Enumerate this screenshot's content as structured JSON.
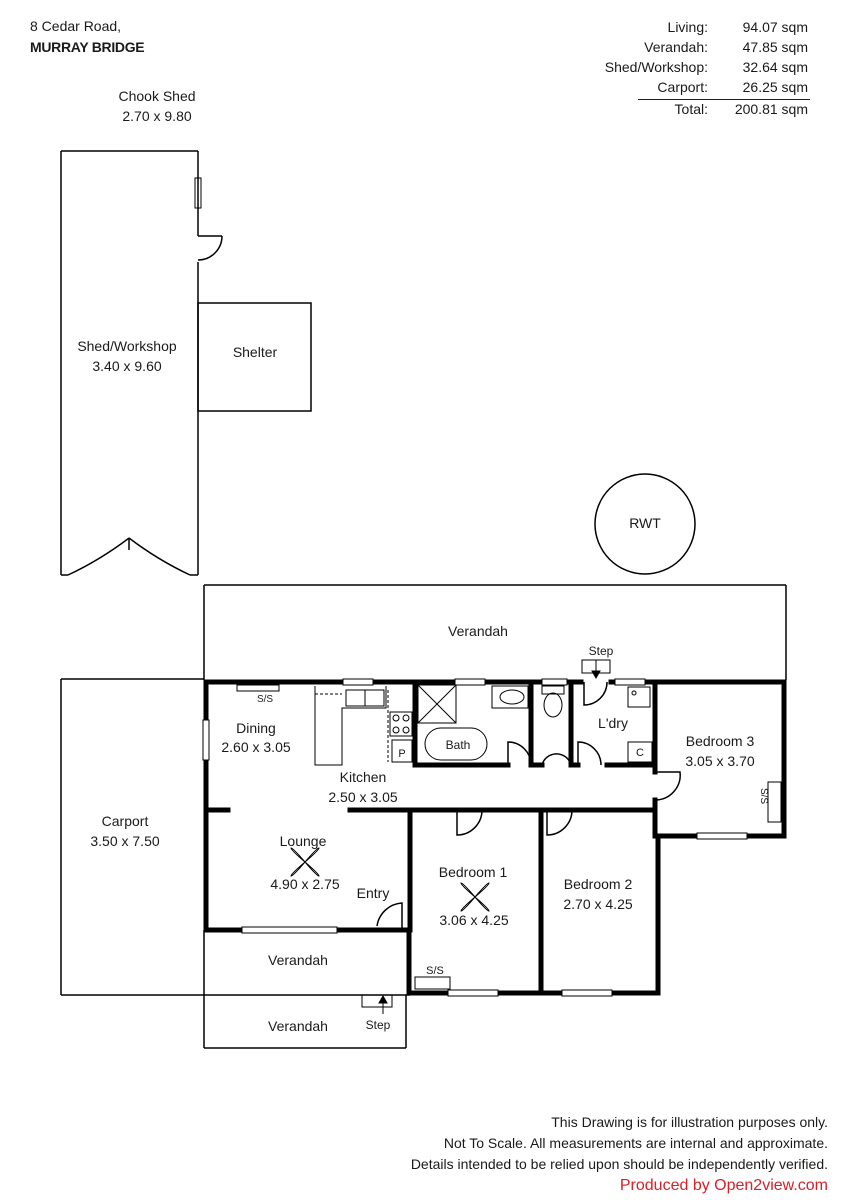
{
  "address": {
    "line1": "8 Cedar Road,",
    "line2": "MURRAY BRIDGE"
  },
  "areas": [
    {
      "label": "Living:",
      "value": "94.07 sqm"
    },
    {
      "label": "Verandah:",
      "value": "47.85 sqm"
    },
    {
      "label": "Shed/Workshop:",
      "value": "32.64 sqm"
    },
    {
      "label": "Carport:",
      "value": "26.25 sqm"
    },
    {
      "label": "Total:",
      "value": "200.81 sqm"
    }
  ],
  "rooms": {
    "chook_shed": {
      "name": "Chook Shed",
      "dims": "2.70 x 9.80"
    },
    "shed_workshop": {
      "name": "Shed/Workshop",
      "dims": "3.40 x 9.60"
    },
    "shelter": {
      "name": "Shelter"
    },
    "rwt": {
      "name": "RWT"
    },
    "verandah_rear": {
      "name": "Verandah"
    },
    "step_rear": {
      "name": "Step"
    },
    "dining": {
      "name": "Dining",
      "dims": "2.60 x 3.05"
    },
    "kitchen": {
      "name": "Kitchen",
      "dims": "2.50 x 3.05"
    },
    "bath": {
      "name": "Bath"
    },
    "laundry": {
      "name": "L'dry"
    },
    "bedroom3": {
      "name": "Bedroom 3",
      "dims": "3.05 x 3.70"
    },
    "carport": {
      "name": "Carport",
      "dims": "3.50 x 7.50"
    },
    "lounge": {
      "name": "Lounge",
      "dims": "4.90 x 2.75"
    },
    "entry": {
      "name": "Entry"
    },
    "bedroom1": {
      "name": "Bedroom 1",
      "dims": "3.06 x 4.25"
    },
    "bedroom2": {
      "name": "Bedroom 2",
      "dims": "2.70 x 4.25"
    },
    "verandah_front1": {
      "name": "Verandah"
    },
    "verandah_front2": {
      "name": "Verandah"
    },
    "step_front": {
      "name": "Step"
    }
  },
  "fixtures": {
    "ss_dining": "S/S",
    "ss_bedroom3": "S/S",
    "ss_bedroom1": "S/S",
    "pantry": "P",
    "cupboard": "C"
  },
  "disclaimer": {
    "line1": "This Drawing is for illustration purposes only.",
    "line2": "Not To Scale. All measurements are internal and approximate.",
    "line3": "Details intended to be relied upon should be independently verified.",
    "credit": "Produced by Open2view.com"
  },
  "colors": {
    "wall": "#000000",
    "credit": "#d2232a"
  }
}
